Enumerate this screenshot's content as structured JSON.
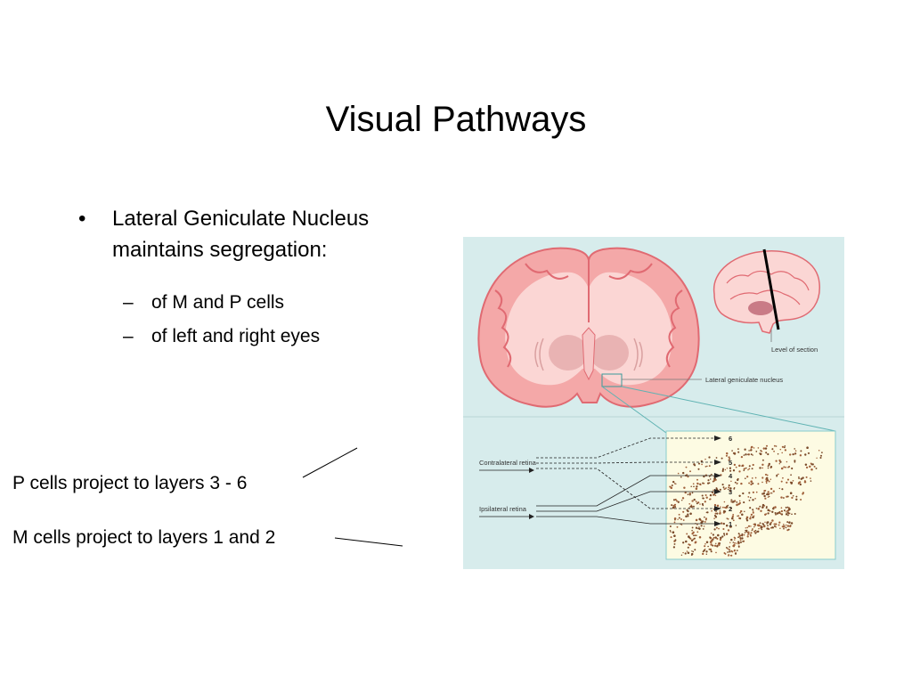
{
  "slide": {
    "title": "Visual Pathways",
    "bullet": "Lateral Geniculate Nucleus maintains segregation:",
    "bullet_marker": "•",
    "sub_marker": "–",
    "sub_bullets": [
      "of M and P cells",
      "of left and right eyes"
    ]
  },
  "notes": {
    "p_cells": "P cells project to layers 3 - 6",
    "m_cells": "M cells project to layers 1 and 2"
  },
  "figure": {
    "label_level": "Level of section",
    "label_lgn": "Lateral geniculate nucleus",
    "label_contra": "Contralateral retina",
    "label_ipsi": "Ipsilateral retina",
    "layers": [
      "6",
      "5",
      "4",
      "3",
      "2",
      "1"
    ],
    "colors": {
      "background": "#d7ecec",
      "brain": "#f4a8a8",
      "brain_inner": "#fbd6d4",
      "inset": "#fdfbe3",
      "connector": "#5fb3b3"
    }
  }
}
